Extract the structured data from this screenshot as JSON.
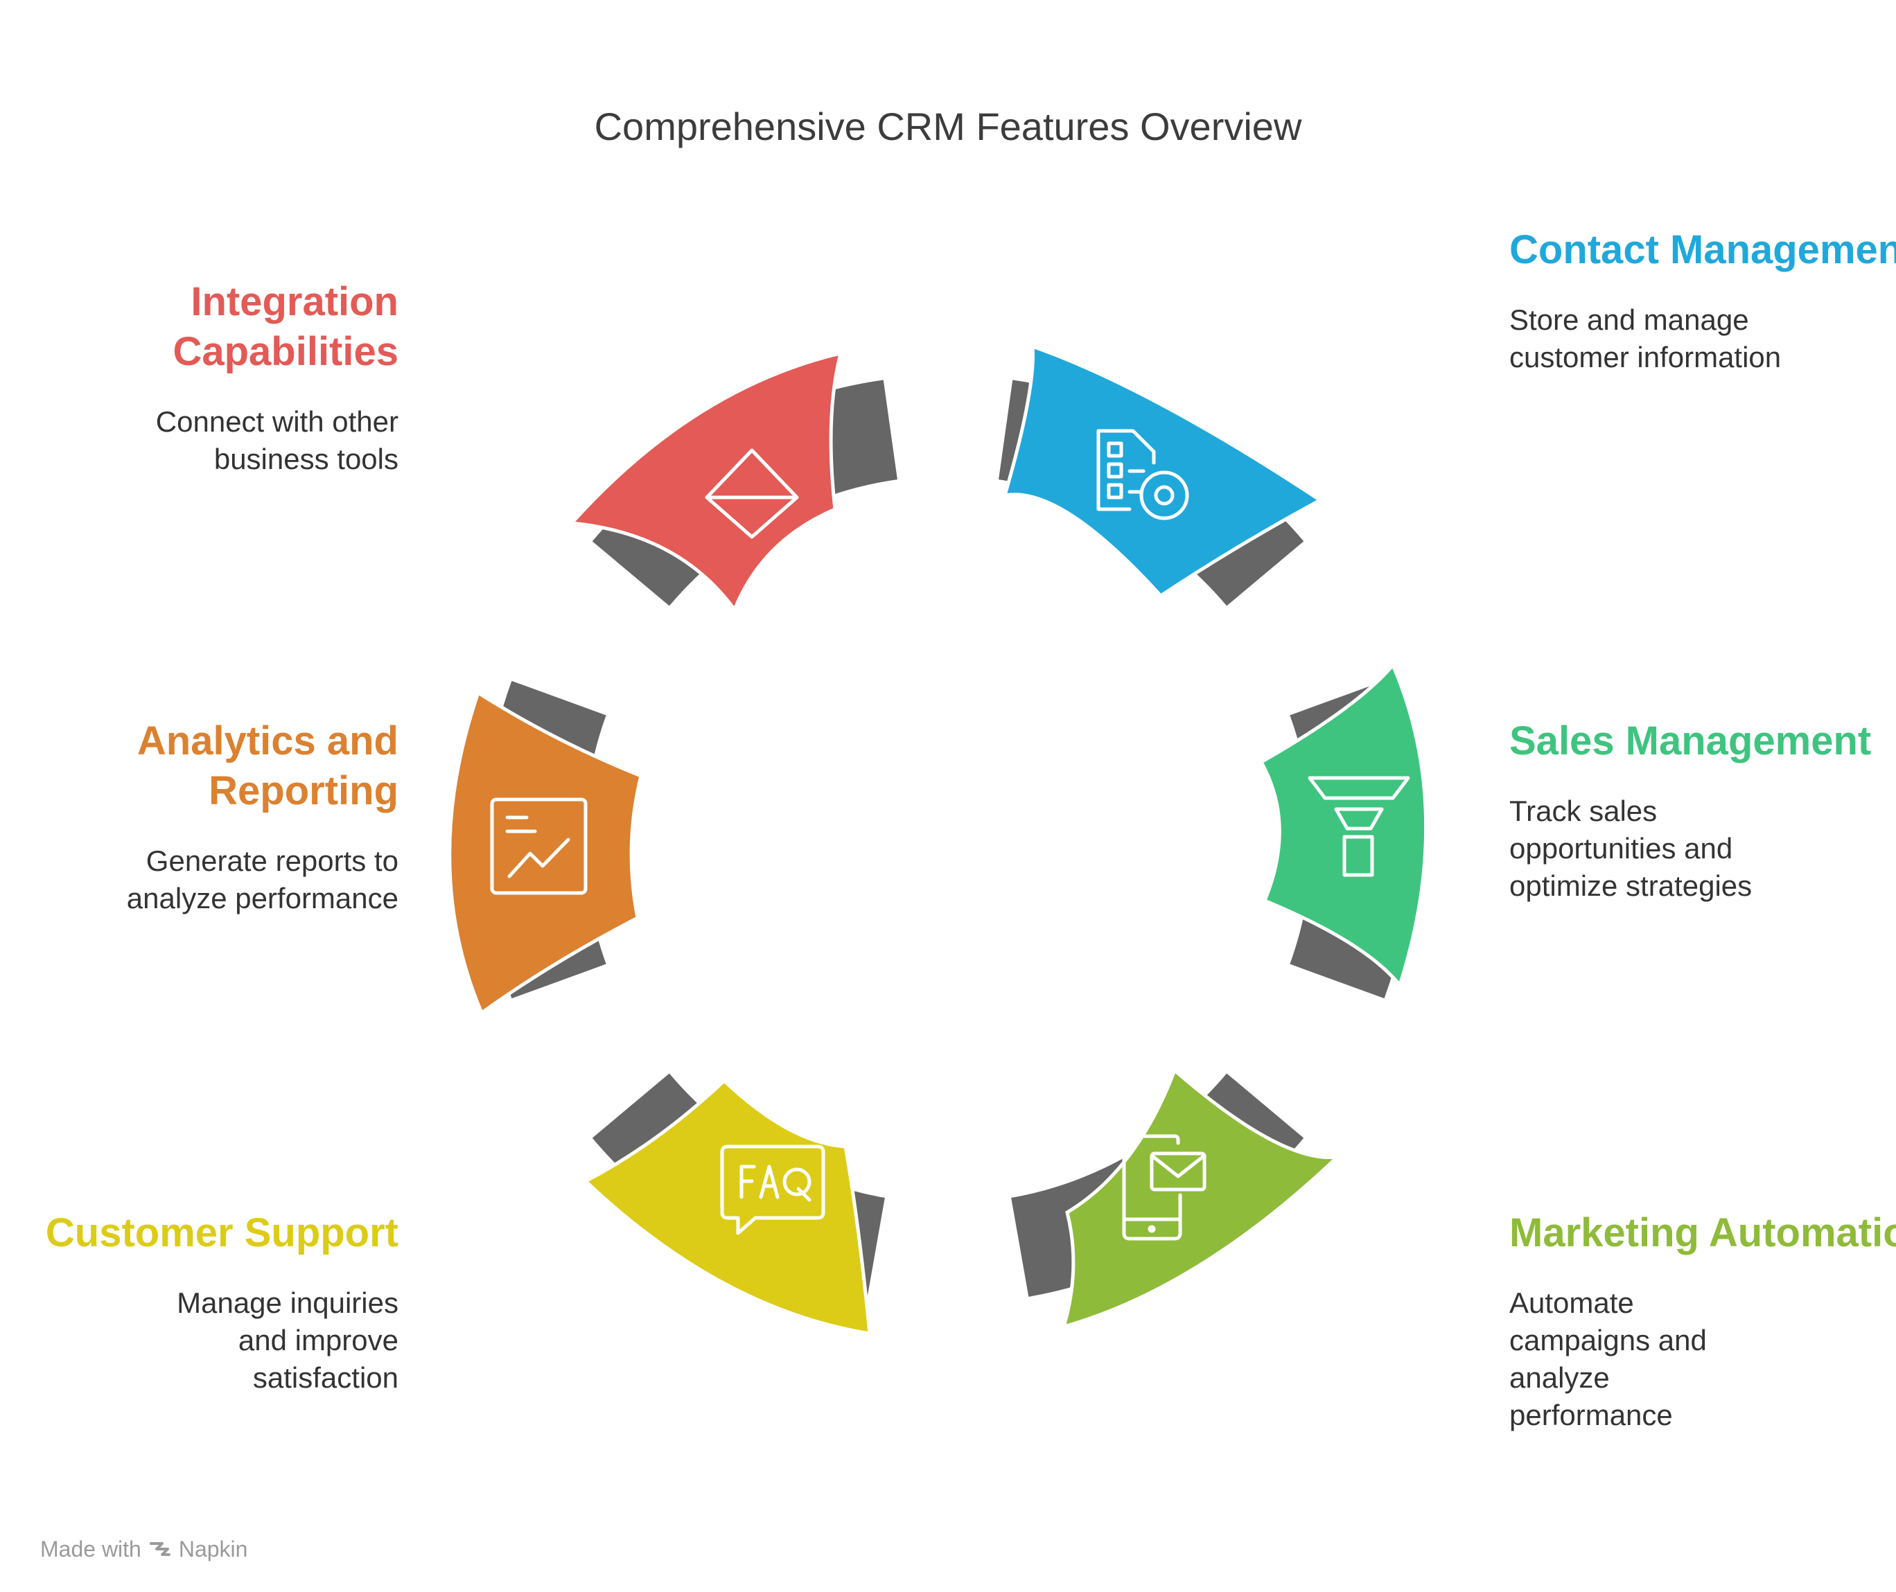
{
  "title": "Comprehensive CRM Features Overview",
  "ring_color": "#666666",
  "features": [
    {
      "name": "Contact Management",
      "description": "Store and manage customer information",
      "color": "#20a8db",
      "icon": "document-gear-icon"
    },
    {
      "name": "Sales Management",
      "description": "Track sales opportunities and optimize strategies",
      "color": "#3ec47f",
      "icon": "funnel-icon"
    },
    {
      "name": "Marketing Automation",
      "description": "Automate campaigns and analyze performance",
      "color": "#8fbb3a",
      "icon": "mobile-email-icon"
    },
    {
      "name": "Customer Support",
      "description": "Manage inquiries and improve satisfaction",
      "color": "#dccc17",
      "icon": "faq-icon"
    },
    {
      "name": "Analytics and Reporting",
      "description": "Generate reports to analyze performance",
      "color": "#db8130",
      "icon": "chart-icon"
    },
    {
      "name": "Integration Capabilities",
      "description": "Connect with other business tools",
      "color": "#e35a56",
      "icon": "diamond-bucket-icon"
    }
  ],
  "footer": {
    "made_with": "Made with",
    "brand": "Napkin"
  }
}
